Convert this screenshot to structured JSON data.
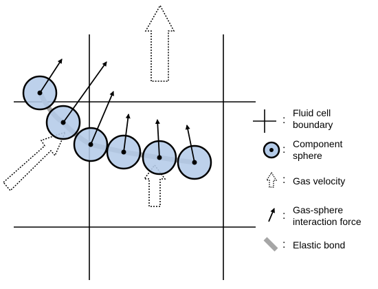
{
  "legend": {
    "grid": {
      "line1": "Fluid cell",
      "line2": "boundary"
    },
    "sphere": {
      "line1": "Component",
      "line2": "sphere"
    },
    "gas": {
      "line1": "Gas velocity"
    },
    "force": {
      "line1": "Gas-sphere",
      "line2": "interaction force"
    },
    "bond": {
      "line1": "Elastic bond"
    },
    "colon": ":"
  },
  "colors": {
    "sphere_fill": "#b4cbe8",
    "sphere_stroke": "#000000",
    "bond": "#a6a6a6",
    "line": "#000000"
  }
}
